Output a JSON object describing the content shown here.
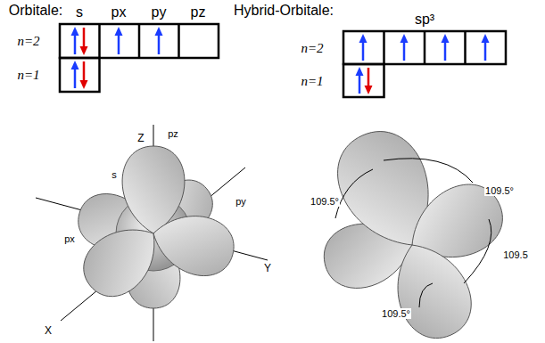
{
  "diagram": {
    "labels": [
      "Orbitale:",
      "s",
      "px",
      "py",
      "pz",
      "n=2",
      "n=1",
      "Hybrid-Orbitale:",
      "sp³",
      "n=2",
      "n=1",
      "Z",
      "pz",
      "s",
      "py",
      "px",
      "X",
      "Y",
      "109.5°",
      "109.5°",
      "109.5",
      "109.5°"
    ]
  }
}
